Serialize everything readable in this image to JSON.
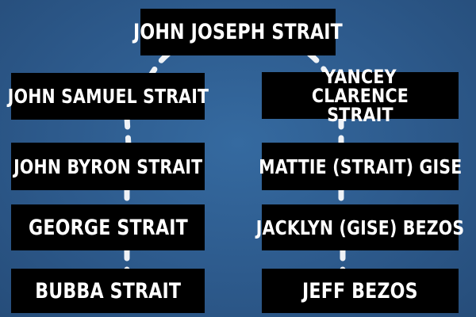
{
  "diagram": {
    "root": "JOHN JOSEPH STRAIT",
    "left_branch": [
      "JOHN SAMUEL STRAIT",
      "JOHN BYRON STRAIT",
      "GEORGE STRAIT",
      "BUBBA STRAIT"
    ],
    "right_branch": [
      "YANCEY CLARENCE STRAIT",
      "MATTIE (STRAIT) GISE",
      "JACKLYN (GISE) BEZOS",
      "JEFF BEZOS"
    ],
    "colors": {
      "background": "#2e5b8e",
      "box": "#000000",
      "text": "#ffffff",
      "connector": "#ffffff"
    }
  }
}
